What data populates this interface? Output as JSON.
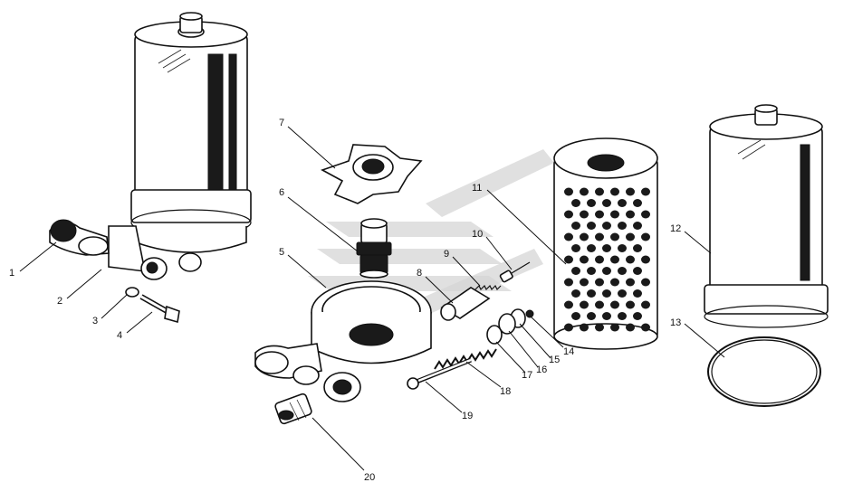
{
  "callouts": [
    {
      "id": "1",
      "text": "1"
    },
    {
      "id": "2",
      "text": "2"
    },
    {
      "id": "3",
      "text": "3"
    },
    {
      "id": "4",
      "text": "4"
    },
    {
      "id": "5",
      "text": "5"
    },
    {
      "id": "6",
      "text": "6"
    },
    {
      "id": "7",
      "text": "7"
    },
    {
      "id": "8",
      "text": "8"
    },
    {
      "id": "9",
      "text": "9"
    },
    {
      "id": "10",
      "text": "10"
    },
    {
      "id": "11",
      "text": "11"
    },
    {
      "id": "12",
      "text": "12"
    },
    {
      "id": "13",
      "text": "13"
    },
    {
      "id": "14",
      "text": "14"
    },
    {
      "id": "15",
      "text": "15"
    },
    {
      "id": "16",
      "text": "16"
    },
    {
      "id": "17",
      "text": "17"
    },
    {
      "id": "18",
      "text": "18"
    },
    {
      "id": "19",
      "text": "19"
    },
    {
      "id": "20",
      "text": "20"
    }
  ]
}
